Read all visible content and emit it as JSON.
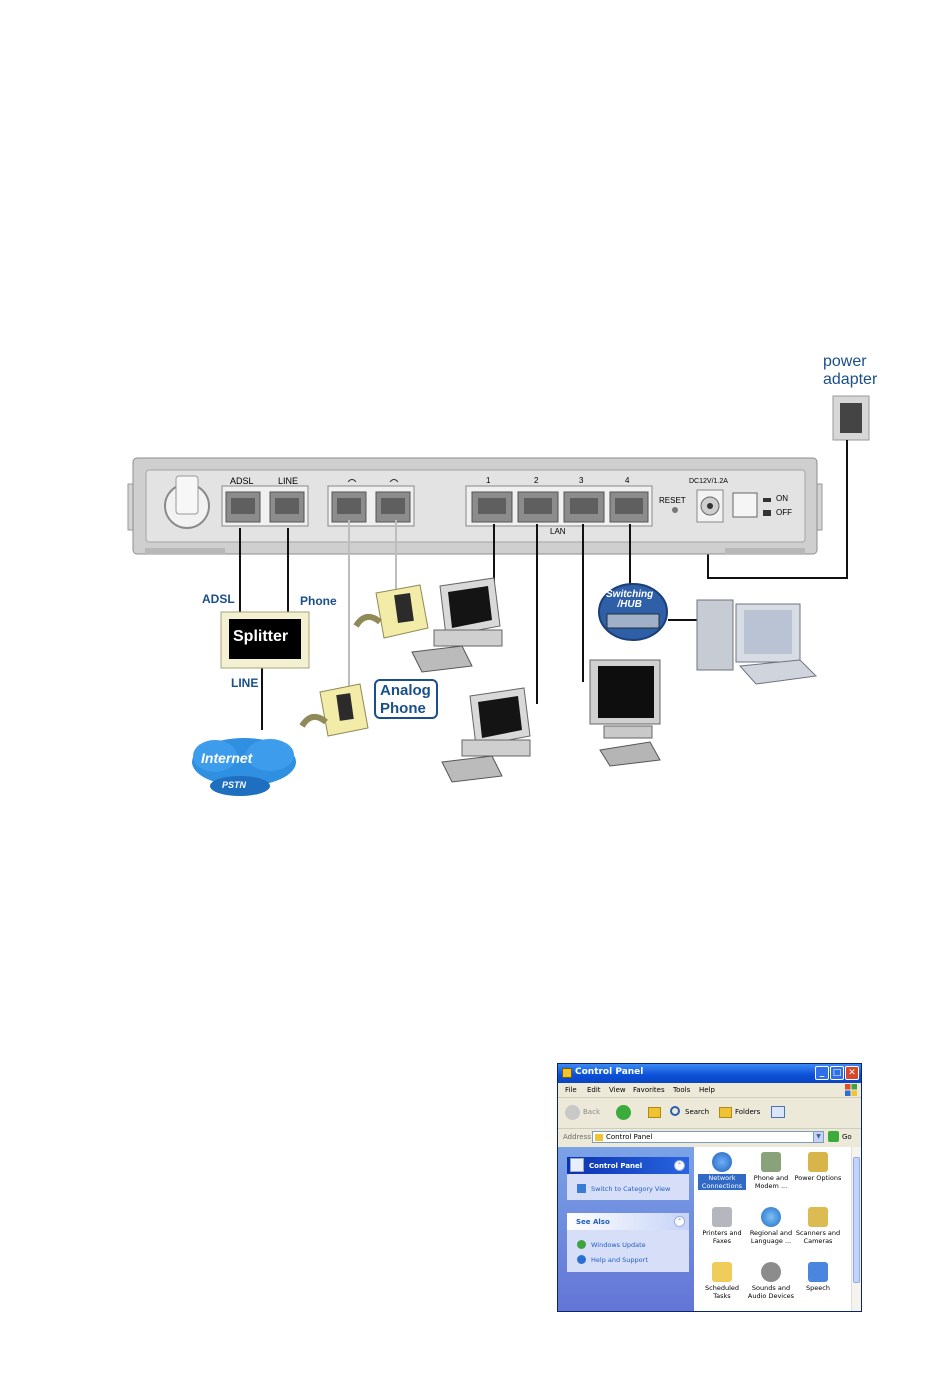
{
  "diagram": {
    "power_adapter_label": "power\nadapter",
    "port_labels": {
      "adsl": "ADSL",
      "line": "LINE",
      "lan_numbers": [
        "1",
        "2",
        "3",
        "4"
      ],
      "lan": "LAN",
      "reset": "RESET",
      "dc": "DC12V/1.2A",
      "on": "ON",
      "off": "OFF"
    },
    "cable_labels": {
      "adsl": "ADSL",
      "phone": "Phone",
      "line": "LINE"
    },
    "splitter": "Splitter",
    "switching_hub": "Switching\n/HUB",
    "analog_phone": "Analog\nPhone",
    "internet": "Internet",
    "pstn": "PSTN"
  },
  "window": {
    "title": "Control Panel",
    "menu": [
      "File",
      "Edit",
      "View",
      "Favorites",
      "Tools",
      "Help"
    ],
    "toolbar": {
      "back": "Back",
      "search": "Search",
      "folders": "Folders"
    },
    "address": {
      "label": "Address",
      "value": "Control Panel",
      "go": "Go"
    },
    "sidebar": {
      "control_panel_header": "Control Panel",
      "switch_link": "Switch to Category View",
      "see_also_header": "See Also",
      "see_also_links": [
        "Windows Update",
        "Help and Support"
      ]
    },
    "icons": [
      {
        "label": "Network\nConnections",
        "icon": "network-icon",
        "color": "#2a74d6"
      },
      {
        "label": "Phone and\nModem ...",
        "icon": "phone-modem-icon",
        "color": "#6f8f5a"
      },
      {
        "label": "Power Options",
        "icon": "power-icon",
        "color": "#c9a23a"
      },
      {
        "label": "Printers and\nFaxes",
        "icon": "printer-icon",
        "color": "#9aa0a8"
      },
      {
        "label": "Regional and\nLanguage ...",
        "icon": "globe-icon",
        "color": "#2a8ad6"
      },
      {
        "label": "Scanners and\nCameras",
        "icon": "scanner-icon",
        "color": "#d9b23a"
      },
      {
        "label": "Scheduled\nTasks",
        "icon": "scheduled-tasks-icon",
        "color": "#e8c24a"
      },
      {
        "label": "Sounds and\nAudio Devices",
        "icon": "speaker-icon",
        "color": "#7d7d7d"
      },
      {
        "label": "Speech",
        "icon": "speech-icon",
        "color": "#3a7ad9"
      }
    ]
  }
}
